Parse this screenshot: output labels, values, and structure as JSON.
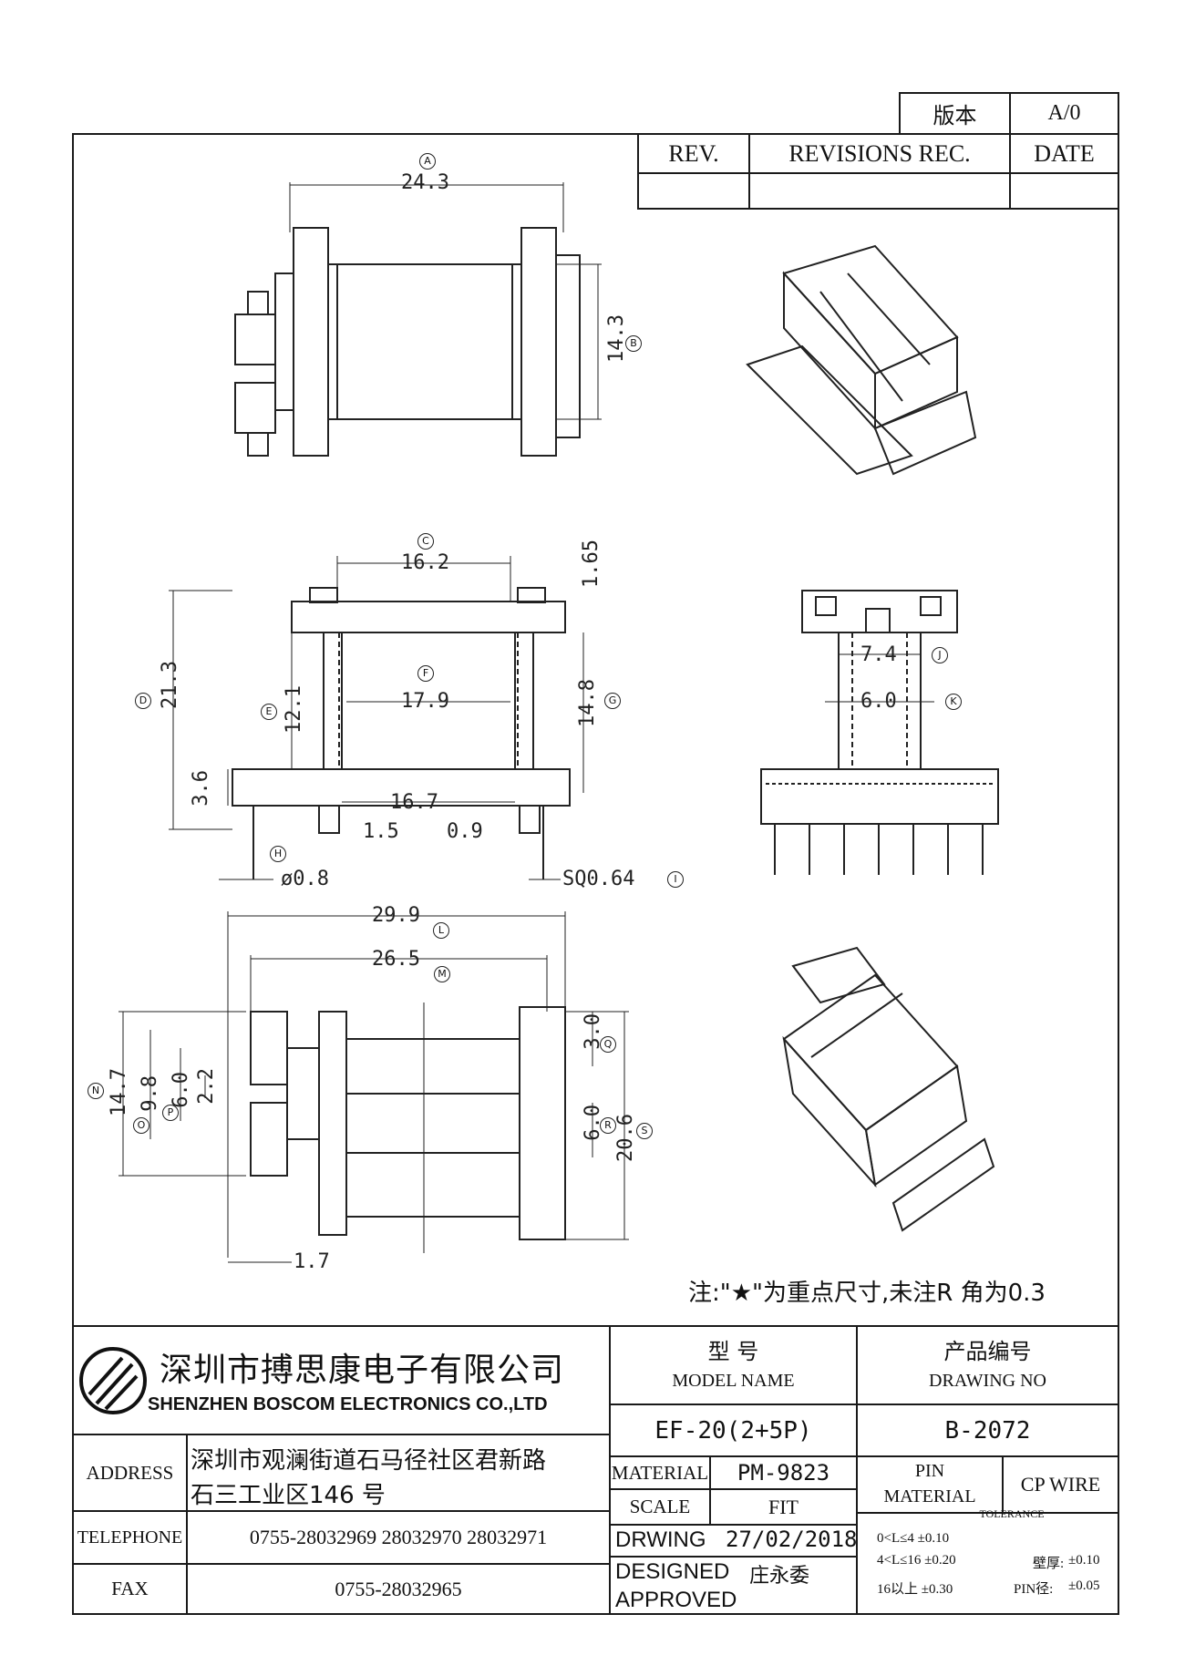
{
  "revision": {
    "version_label": "版本",
    "version_value": "A/0",
    "rev_header": "REV.",
    "revisions_header": "REVISIONS REC.",
    "date_header": "DATE"
  },
  "dimensions": {
    "A": {
      "marker": "A",
      "value": "24.3"
    },
    "B": {
      "marker": "B",
      "value": "14.3"
    },
    "C": {
      "marker": "C",
      "value": "16.2"
    },
    "C_top": {
      "value": "1.65"
    },
    "D": {
      "marker": "D",
      "value": "21.3"
    },
    "E": {
      "marker": "E",
      "value": "12.1"
    },
    "F": {
      "marker": "F",
      "value": "17.9"
    },
    "G": {
      "marker": "G",
      "value": "14.8"
    },
    "base_h": {
      "value": "3.6"
    },
    "base_w": {
      "value": "16.7"
    },
    "d15": {
      "value": "1.5"
    },
    "d09": {
      "value": "0.9"
    },
    "H": {
      "marker": "H",
      "value": "ø0.8"
    },
    "I": {
      "marker": "I",
      "value": "SQ0.64"
    },
    "J": {
      "marker": "J",
      "value": "7.4"
    },
    "K": {
      "marker": "K",
      "value": "6.0"
    },
    "L": {
      "marker": "L",
      "value": "29.9"
    },
    "M": {
      "marker": "M",
      "value": "26.5"
    },
    "N": {
      "marker": "N",
      "value": "14.7"
    },
    "O": {
      "marker": "O",
      "value": "9.8"
    },
    "P": {
      "marker": "P",
      "value": "6.0"
    },
    "p22": {
      "value": "2.2"
    },
    "Q": {
      "marker": "Q",
      "value": "3.0"
    },
    "R": {
      "marker": "R",
      "value": "6.0"
    },
    "S": {
      "marker": "S",
      "value": "20.6"
    },
    "d17": {
      "value": "1.7"
    }
  },
  "note": "注:\"★\"为重点尺寸,未注R 角为0.3",
  "company": {
    "name_cn": "深圳市搏思康电子有限公司",
    "name_en": "SHENZHEN  BOSCOM  ELECTRONICS  CO.,LTD",
    "address_label": "ADDRESS",
    "address_line1": "深圳市观澜街道石马径社区君新路",
    "address_line2": "石三工业区146 号",
    "telephone_label": "TELEPHONE",
    "telephone_value": "0755-28032969  28032970  28032971",
    "fax_label": "FAX",
    "fax_value": "0755-28032965"
  },
  "title_block": {
    "model_label_cn": "型      号",
    "model_label_en": "MODEL NAME",
    "model_value": "EF-20(2+5P)",
    "drawing_label_cn": "产品编号",
    "drawing_label_en": "DRAWING NO",
    "drawing_value": "B-2072",
    "material_label": "MATERIAL",
    "material_value": "PM-9823",
    "pin_material_label_1": "PIN",
    "pin_material_label_2": "MATERIAL",
    "pin_material_value": "CP WIRE",
    "scale_label": "SCALE",
    "scale_value": "FIT",
    "tolerance_label": "TOLERANCE",
    "drwing_label": "DRWING",
    "drwing_value": "27/02/2018",
    "designed_label": "DESIGNED",
    "designed_value": "庄永委",
    "approved_label": "APPROVED",
    "tol_1": "0<L≤4  ±0.10",
    "tol_2": "4<L≤16  ±0.20",
    "tol_3": "16以上     ±0.30",
    "wall_label": "壁厚:",
    "wall_value": "±0.10",
    "pin_dia_label": "PIN径:",
    "pin_dia_value": "±0.05"
  }
}
